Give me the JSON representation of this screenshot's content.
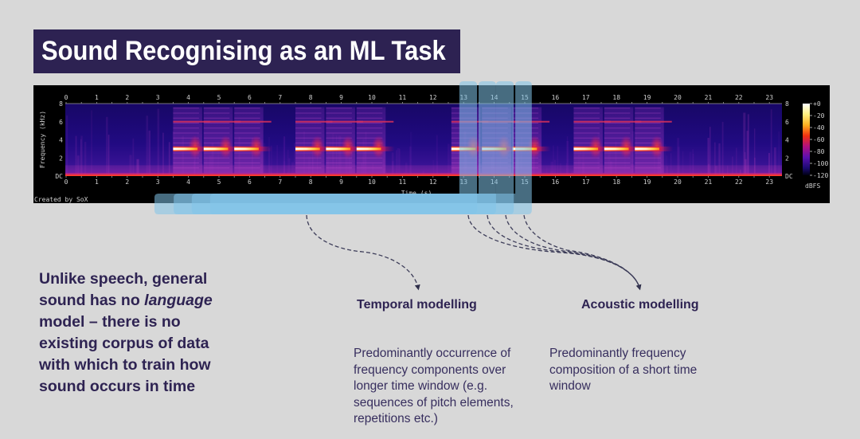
{
  "slide": {
    "title": "Sound Recognising as an ML Task",
    "colors": {
      "background": "#d8d8d8",
      "title_bg": "#2d2252",
      "text": "#2e2352",
      "highlight": "#82c5e9",
      "arrow": "#3c3c58"
    }
  },
  "spectrogram": {
    "xlabel": "Time (s)",
    "ylabel": "Frequency (kHz)",
    "credit": "Created by SoX",
    "time_range_s": [
      0,
      23.4
    ],
    "time_ticks": [
      0,
      1,
      2,
      3,
      4,
      5,
      6,
      7,
      8,
      9,
      10,
      11,
      12,
      13,
      14,
      15,
      16,
      17,
      18,
      19,
      20,
      21,
      22,
      23
    ],
    "freq_range_khz": [
      0,
      8
    ],
    "freq_ticks": [
      {
        "value": 8,
        "label": "8"
      },
      {
        "value": 6,
        "label": "6"
      },
      {
        "value": 4,
        "label": "4"
      },
      {
        "value": 2,
        "label": "2"
      },
      {
        "value": 0,
        "label": "DC"
      }
    ],
    "colorbar": {
      "unit": "dBFS",
      "range_db": [
        -120,
        0
      ],
      "tick_labels": [
        "+0",
        "-20",
        "-40",
        "-60",
        "-80",
        "-100",
        "-120"
      ]
    },
    "events": [
      {
        "start_s": 3.5,
        "duration_s": 0.95,
        "tone_khz": 3,
        "harmonic_khz": 6
      },
      {
        "start_s": 4.5,
        "duration_s": 0.95,
        "tone_khz": 3,
        "harmonic_khz": 6
      },
      {
        "start_s": 5.5,
        "duration_s": 0.95,
        "tone_khz": 3,
        "harmonic_khz": 6
      },
      {
        "start_s": 7.5,
        "duration_s": 0.95,
        "tone_khz": 3,
        "harmonic_khz": 6
      },
      {
        "start_s": 8.5,
        "duration_s": 0.95,
        "tone_khz": 3,
        "harmonic_khz": 6
      },
      {
        "start_s": 9.5,
        "duration_s": 0.95,
        "tone_khz": 3,
        "harmonic_khz": 6
      },
      {
        "start_s": 12.6,
        "duration_s": 0.95,
        "tone_khz": 3,
        "harmonic_khz": 6
      },
      {
        "start_s": 13.6,
        "duration_s": 0.95,
        "tone_khz": 3,
        "harmonic_khz": 6
      },
      {
        "start_s": 14.6,
        "duration_s": 0.95,
        "tone_khz": 3,
        "harmonic_khz": 6
      },
      {
        "start_s": 16.6,
        "duration_s": 0.95,
        "tone_khz": 3,
        "harmonic_khz": 6
      },
      {
        "start_s": 17.6,
        "duration_s": 0.95,
        "tone_khz": 3,
        "harmonic_khz": 6
      },
      {
        "start_s": 18.6,
        "duration_s": 0.95,
        "tone_khz": 3,
        "harmonic_khz": 6
      }
    ]
  },
  "highlight_windows": [
    {
      "long_window_start_s": 2.89,
      "short_window_s": [
        12.86,
        13.44
      ]
    },
    {
      "long_window_start_s": 3.52,
      "short_window_s": [
        13.49,
        14.06
      ]
    },
    {
      "long_window_start_s": 4.11,
      "short_window_s": [
        14.06,
        14.64
      ]
    },
    {
      "long_window_start_s": 4.71,
      "short_window_s": [
        14.69,
        15.23
      ]
    }
  ],
  "left_text": {
    "before": "Unlike speech, general sound has no ",
    "italic": "language",
    "after": " model – there is no existing corpus of data with which to train how sound occurs in time"
  },
  "temporal": {
    "heading": "Temporal modelling",
    "body": "Predominantly occurrence of frequency components over longer time window (e.g. sequences of pitch elements, repetitions etc.)"
  },
  "acoustic": {
    "heading": "Acoustic modelling",
    "body": "Predominantly frequency composition of a short time window"
  }
}
